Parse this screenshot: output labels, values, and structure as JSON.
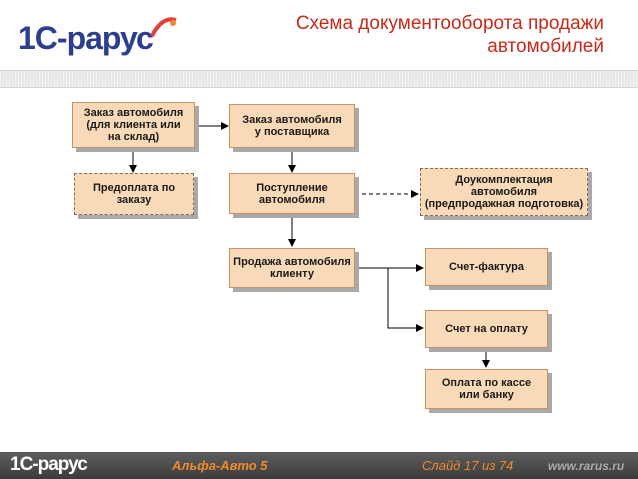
{
  "header": {
    "logo_part1": "1С-",
    "logo_part2": "рарус",
    "title_line1": "Схема документооборота продажи",
    "title_line2": "автомобилей"
  },
  "diagram": {
    "boxes": [
      {
        "id": "order-client",
        "label": "Заказ автомобиля\n(для клиента или\nна склад)"
      },
      {
        "id": "order-supplier",
        "label": "Заказ автомобиля\nу поставщика"
      },
      {
        "id": "prepayment",
        "label": "Предоплата по\nзаказу"
      },
      {
        "id": "receipt",
        "label": "Поступление\nавтомобиля"
      },
      {
        "id": "additional-equipment",
        "label": "Доукомплектация\nавтомобиля\n(предпродажная подготовка)"
      },
      {
        "id": "sale",
        "label": "Продажа автомобиля\nклиенту"
      },
      {
        "id": "invoice",
        "label": "Счет-фактура"
      },
      {
        "id": "bill",
        "label": "Счет на оплату"
      },
      {
        "id": "payment",
        "label": "Оплата по кассе\nили банку"
      }
    ]
  },
  "footer": {
    "logo": "1С-рарус",
    "product": "Альфа-Авто 5",
    "slide": "Слайд 17 из 74",
    "url": "www.rarus.ru"
  },
  "colors": {
    "accent": "#c8291a",
    "box_fill": "#f8d9b8",
    "box_border": "#c89265",
    "footer_text": "#f08a2c",
    "logo_blue": "#2c3f8f"
  }
}
